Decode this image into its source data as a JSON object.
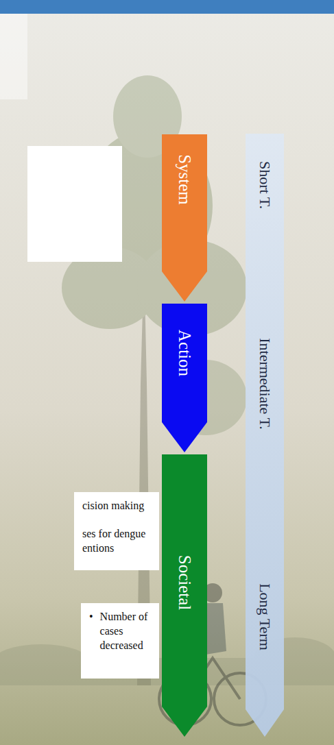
{
  "diagram": {
    "nodes": [
      {
        "text": [
          "System"
        ]
      },
      {
        "text": [
          "Action"
        ]
      },
      {
        "text": [
          "Societal"
        ]
      },
      {
        "text": [
          "Short T.",
          "Intermediate T.",
          "Long Term"
        ]
      },
      {
        "text": [
          "cision making",
          "ses for dengue entions"
        ]
      },
      {
        "text": [
          "•",
          "Number of cases decreased"
        ]
      }
    ]
  }
}
